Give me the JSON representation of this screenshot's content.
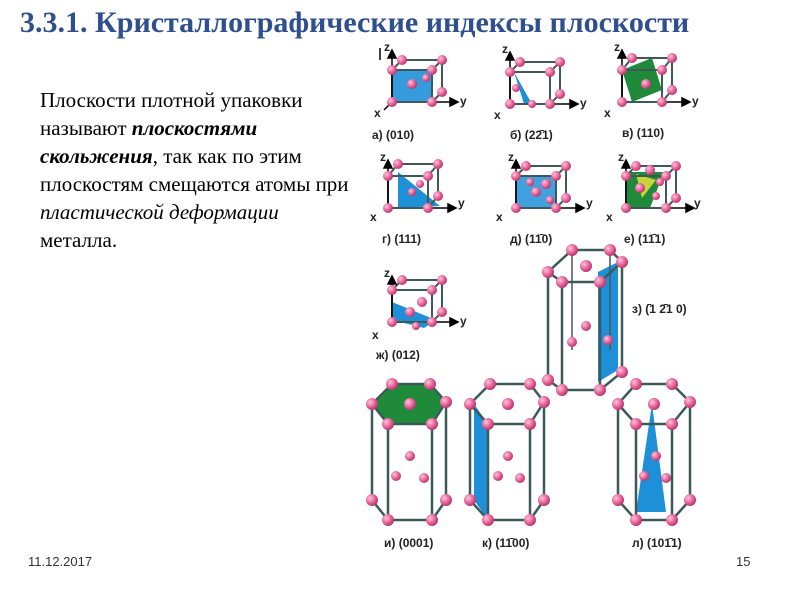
{
  "slide": {
    "title": "3.3.1. Кристаллографические индексы плоскости",
    "text_part1": "Плоскости плотной упаковки называют ",
    "text_em": "плоскостями скольжения",
    "text_part2": ", так как по этим плоскостям смещаются атомы при ",
    "text_em2": "пластической деформации",
    "text_part3": " металла.",
    "date": "11.12.2017",
    "page": "15"
  },
  "axes": {
    "z": "z",
    "x": "x",
    "y": "y"
  },
  "figures": {
    "a": "а)  (010)",
    "b": "б)  (22̄1)",
    "v": "в)  (110)",
    "g": "г)  (111)",
    "d": "д)  (11̄0)",
    "e": "е)  (11̄1)",
    "zh": "ж)  (012)",
    "z_": "з)  (̄1 2̄1 0)",
    "i": "и)  (0001)",
    "k": "к)  (11̄00)",
    "l": "л)  (101̄1)"
  },
  "colors": {
    "title": "#2f4f8f",
    "atom": "#e8649a",
    "plane_blue": "#1e90d8",
    "plane_green": "#1f8a3a",
    "frame": "#3d5a5a"
  }
}
